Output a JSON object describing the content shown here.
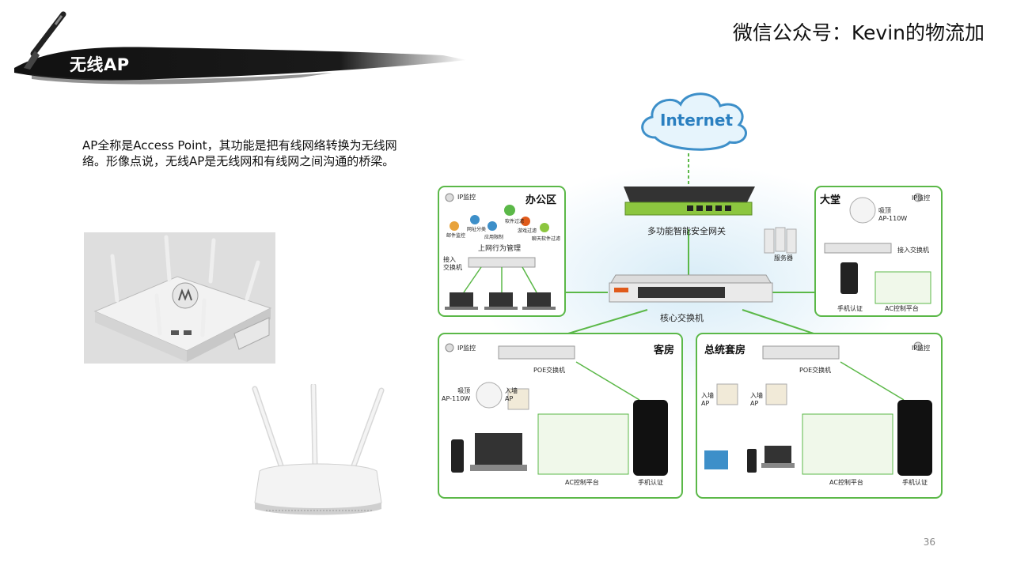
{
  "header": {
    "title": "无线AP",
    "brand": "微信公众号：Kevin的物流加"
  },
  "description": "AP全称是Access Point，其功能是把有线网络转换为无线网络。形像点说，无线AP是无线网和有线网之间沟通的桥梁。",
  "diagram": {
    "internet": "Internet",
    "gateway": "多功能智能安全网关",
    "core_switch": "核心交换机",
    "server": "服务器",
    "office": {
      "title": "办公区",
      "ip_monitor": "IP监控",
      "behavior": "上网行为管理",
      "access_switch": "接入\n交换机",
      "apps": [
        "邮件监控",
        "网址分类",
        "应用限制",
        "软件过滤",
        "游戏过滤",
        "聊天软件过滤"
      ]
    },
    "lobby": {
      "title": "大堂",
      "ip_monitor": "IP监控",
      "ap": "吸顶\nAP-110W",
      "access_switch": "接入交换机",
      "phone_auth": "手机认证",
      "ac_platform": "AC控制平台"
    },
    "guest": {
      "title": "客房",
      "ip_monitor": "IP监控",
      "poe_switch": "POE交换机",
      "ap_ceiling": "吸顶\nAP-110W",
      "ap_wall": "入墙\nAP",
      "ac_platform": "AC控制平台",
      "phone_auth": "手机认证"
    },
    "suite": {
      "title": "总统套房",
      "ip_monitor": "IP监控",
      "poe_switch": "POE交换机",
      "ap_wall_1": "入墙\nAP",
      "ap_wall_2": "入墙\nAP",
      "ac_platform": "AC控制平台",
      "phone_auth": "手机认证"
    }
  },
  "page_number": "36",
  "colors": {
    "accent_green": "#5bb848",
    "internet_blue": "#2a7fc0"
  }
}
